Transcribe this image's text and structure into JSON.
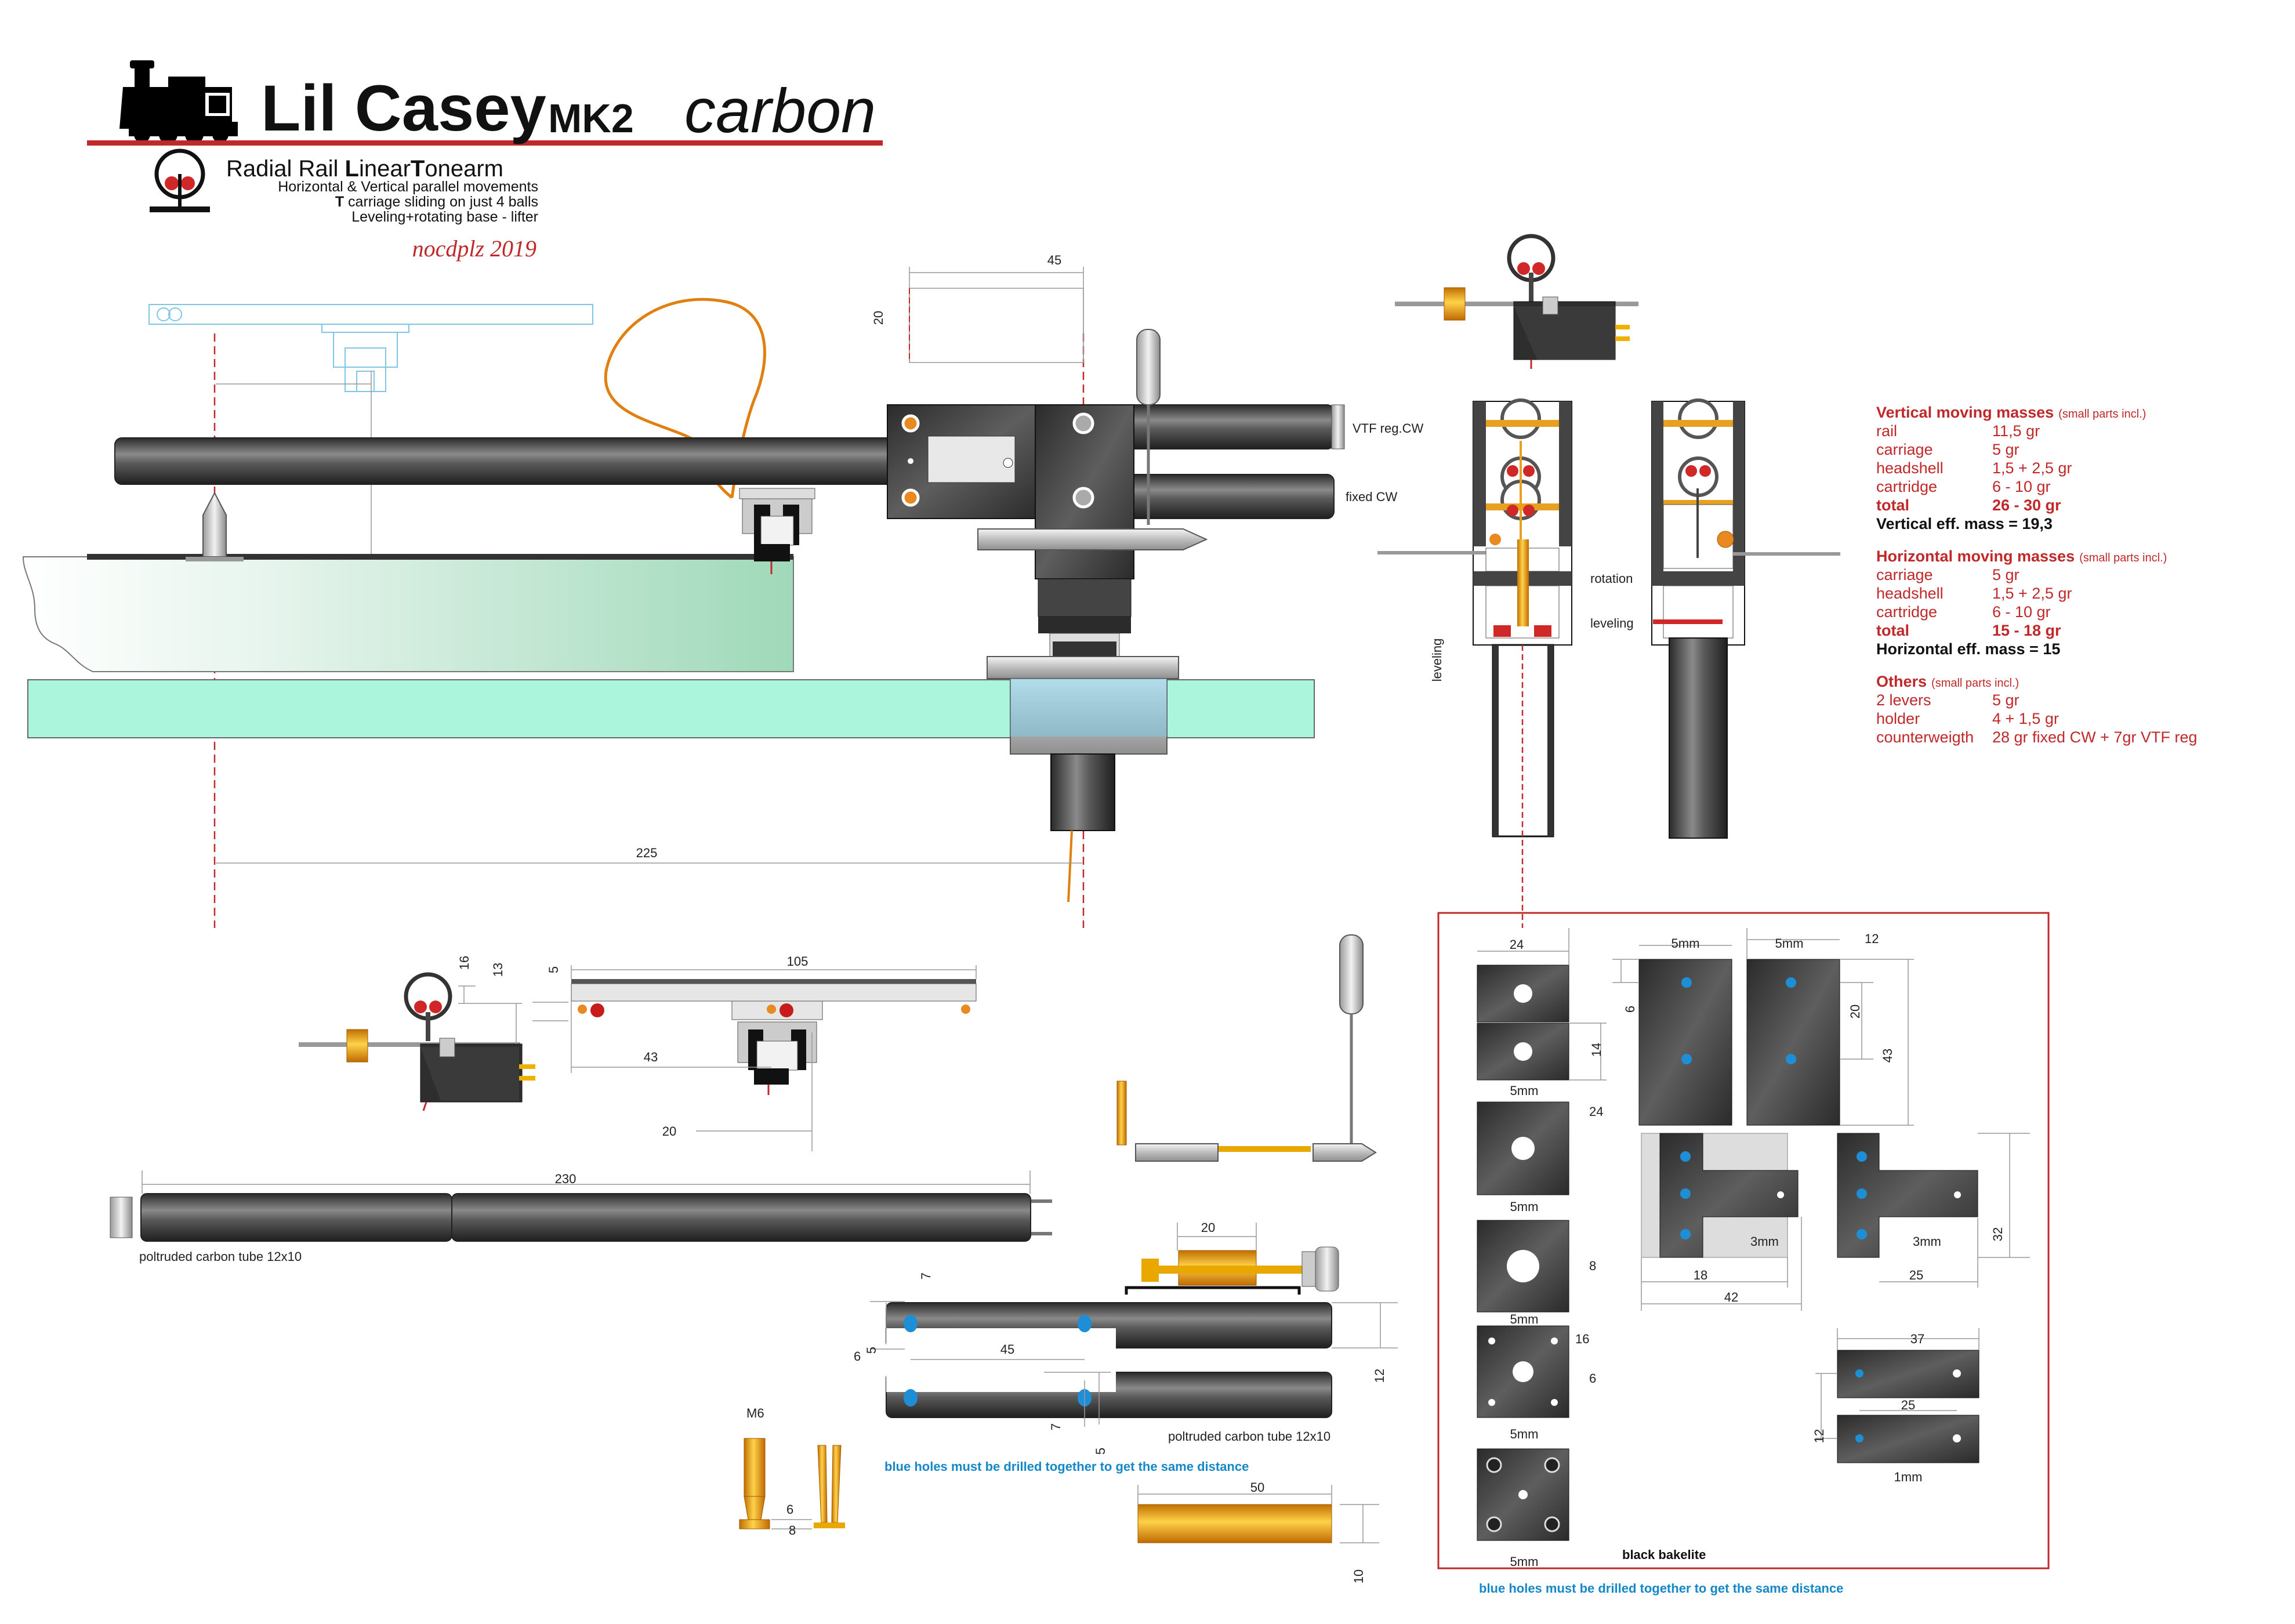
{
  "header": {
    "title": "Lil Casey",
    "model": "MK2",
    "material": "carbon",
    "subtitle": "Radial Rail Linear Tonearm",
    "subtitle_parts": [
      "Radial Rail ",
      "L",
      "inear",
      "T",
      "onearm"
    ],
    "line1": "Horizontal & Vertical parallel movements",
    "line2_bold": "T",
    "line2_rest": " carriage sliding on just 4 balls",
    "line3": "Leveling+rotating base - lifter",
    "signature": "nocdplz 2019"
  },
  "colors": {
    "accent_red": "#c0282a",
    "carbon": "#3a3a3a",
    "brass": "#f0a000",
    "hole_blue": "#1e8fd6",
    "acrylic": "#aaf5dc",
    "note_blue": "#1488c8"
  },
  "main_view": {
    "dim_top": "45",
    "dim_side": "20",
    "dim_bottom": "225",
    "label_vtf": "VTF reg.CW",
    "label_fixed": "fixed CW"
  },
  "side_view": {
    "label_rotation": "rotation",
    "label_leveling": "leveling",
    "label_leveling_vertical": "leveling"
  },
  "masses": {
    "vertical": {
      "heading": "Vertical moving masses",
      "small": "(small parts incl.)",
      "rows": [
        {
          "name": "rail",
          "value": "11,5 gr"
        },
        {
          "name": "carriage",
          "value": "5 gr"
        },
        {
          "name": "headshell",
          "value": "1,5 + 2,5 gr"
        },
        {
          "name": "cartridge",
          "value": "6 - 10 gr"
        }
      ],
      "total_label": "total",
      "total_value": "26 - 30 gr",
      "eff": "Vertical eff.  mass = 19,3"
    },
    "horizontal": {
      "heading": "Horizontal moving masses",
      "small": "(small parts incl.)",
      "rows": [
        {
          "name": "carriage",
          "value": "5 gr"
        },
        {
          "name": "headshell",
          "value": "1,5 + 2,5 gr"
        },
        {
          "name": "cartridge",
          "value": "6 - 10 gr"
        }
      ],
      "total_label": "total",
      "total_value": "15 - 18 gr",
      "eff": "Horizontal eff. mass = 15"
    },
    "others": {
      "heading": "Others",
      "small": "(small parts incl.)",
      "rows": [
        {
          "name": "2 levers",
          "value": "5 gr"
        },
        {
          "name": "holder",
          "value": "4 + 1,5 gr"
        },
        {
          "name": "counterweigth",
          "value": "28 gr fixed CW + 7gr VTF reg"
        }
      ]
    }
  },
  "headshell_detail": {
    "dim_16": "16",
    "dim_13": "13",
    "dim_5": "5",
    "dim_105": "105",
    "dim_43": "43",
    "dim_20": "20"
  },
  "rail_tube": {
    "dim": "230",
    "caption": "poltruded carbon tube 12x10"
  },
  "carriage_tubes": {
    "dim_20": "20",
    "dim_7a": "7",
    "dim_45": "45",
    "dim_6": "6",
    "dim_5a": "5",
    "dim_12": "12",
    "dim_7b": "7",
    "dim_5b": "5",
    "caption": "poltruded carbon tube 12x10",
    "note": "blue holes must be drilled together to get the same distance"
  },
  "screw": {
    "label": "M6",
    "dim_6": "6",
    "dim_8": "8"
  },
  "weight": {
    "dim_50": "50",
    "dim_10": "10"
  },
  "bakelite": {
    "dims": {
      "d24a": "24",
      "d5mm_a": "5mm",
      "d5mm_b": "5mm",
      "d12": "12",
      "d6": "6",
      "d20": "20",
      "d14": "14",
      "d43": "43",
      "d5mm_c": "5mm",
      "d24b": "24",
      "d5mm_d": "5mm",
      "d3mm_a": "3mm",
      "d3mm_b": "3mm",
      "d32": "32",
      "d8": "8",
      "d18": "18",
      "d25a": "25",
      "d42": "42",
      "d5mm_e": "5mm",
      "d16": "16",
      "d6b": "6",
      "d37": "37",
      "d25b": "25",
      "d12b": "12",
      "d5mm_f": "5mm",
      "d1mm": "1mm",
      "d5mm_g": "5mm"
    },
    "material": "black bakelite",
    "note": "blue holes must be drilled together to get the same distance"
  }
}
